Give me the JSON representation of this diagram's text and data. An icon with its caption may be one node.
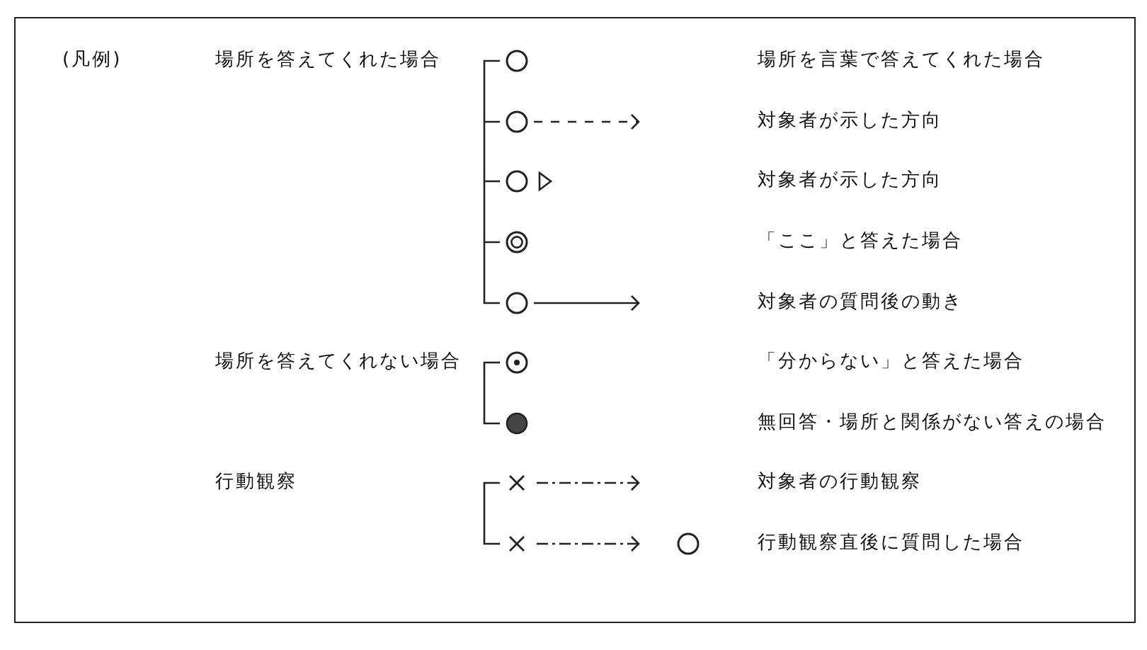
{
  "diagram": {
    "labels": [
      "(凡例)",
      "場所を答えてくれた場合",
      "場所を答えてくれない場合",
      "行動観察"
    ],
    "legend": [
      {
        "text": "場所を言葉で答えてくれた場合"
      },
      {
        "text": "対象者が示した方向"
      },
      {
        "text": "対象者が示した方向"
      },
      {
        "text": "「ここ」と答えた場合"
      },
      {
        "text": "対象者の質問後の動き"
      },
      {
        "text": "「分からない」と答えた場合"
      },
      {
        "text": "無回答・場所と関係がない答えの場合"
      },
      {
        "text": "対象者の行動観察"
      },
      {
        "text": "行動観察直後に質問した場合"
      }
    ]
  }
}
